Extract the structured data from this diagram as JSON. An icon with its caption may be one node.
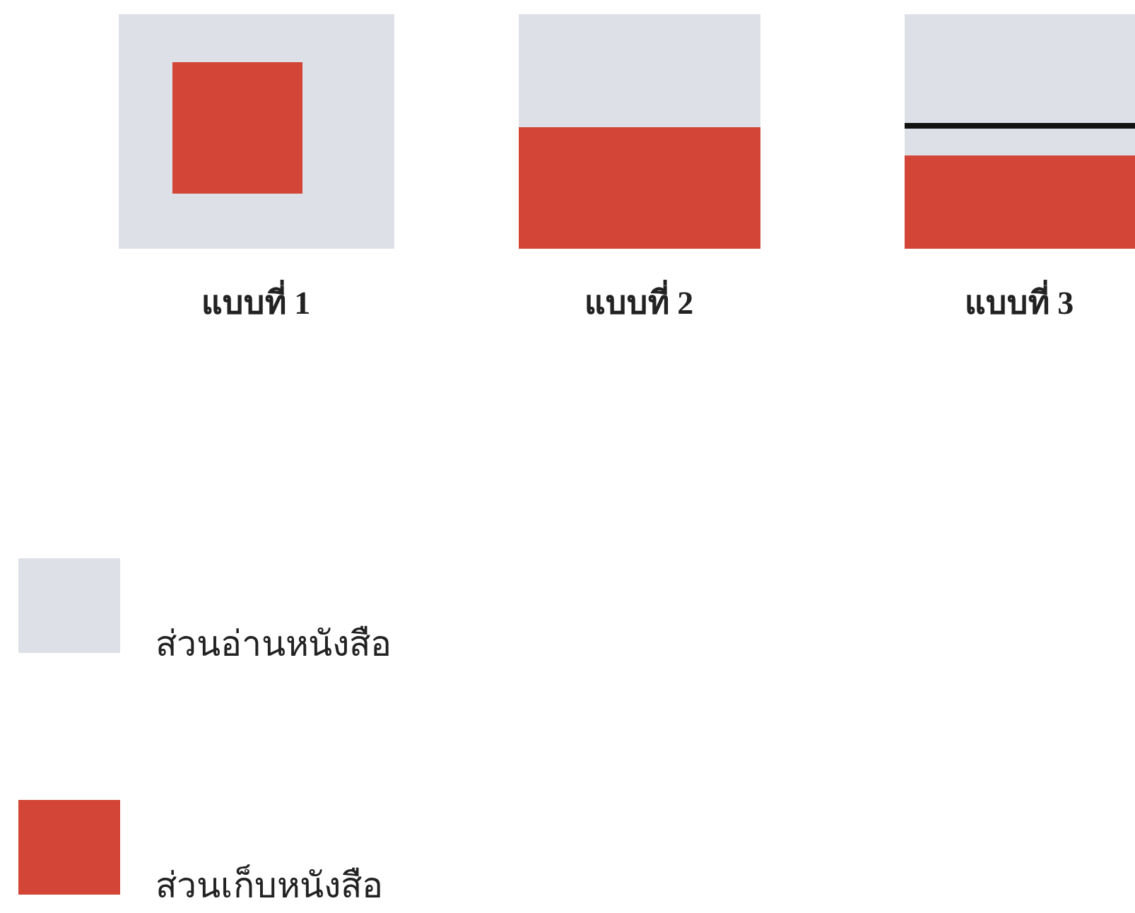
{
  "diagram": {
    "labels": [
      "แบบที่ 1",
      "แบบที่ 2",
      "แบบที่ 3"
    ],
    "legend": [
      {
        "text": "ส่วนอ่านหนังสือ",
        "color": "#dde0e6"
      },
      {
        "text": "ส่วนเก็บหนังสือ",
        "color": "#d34536"
      }
    ]
  }
}
